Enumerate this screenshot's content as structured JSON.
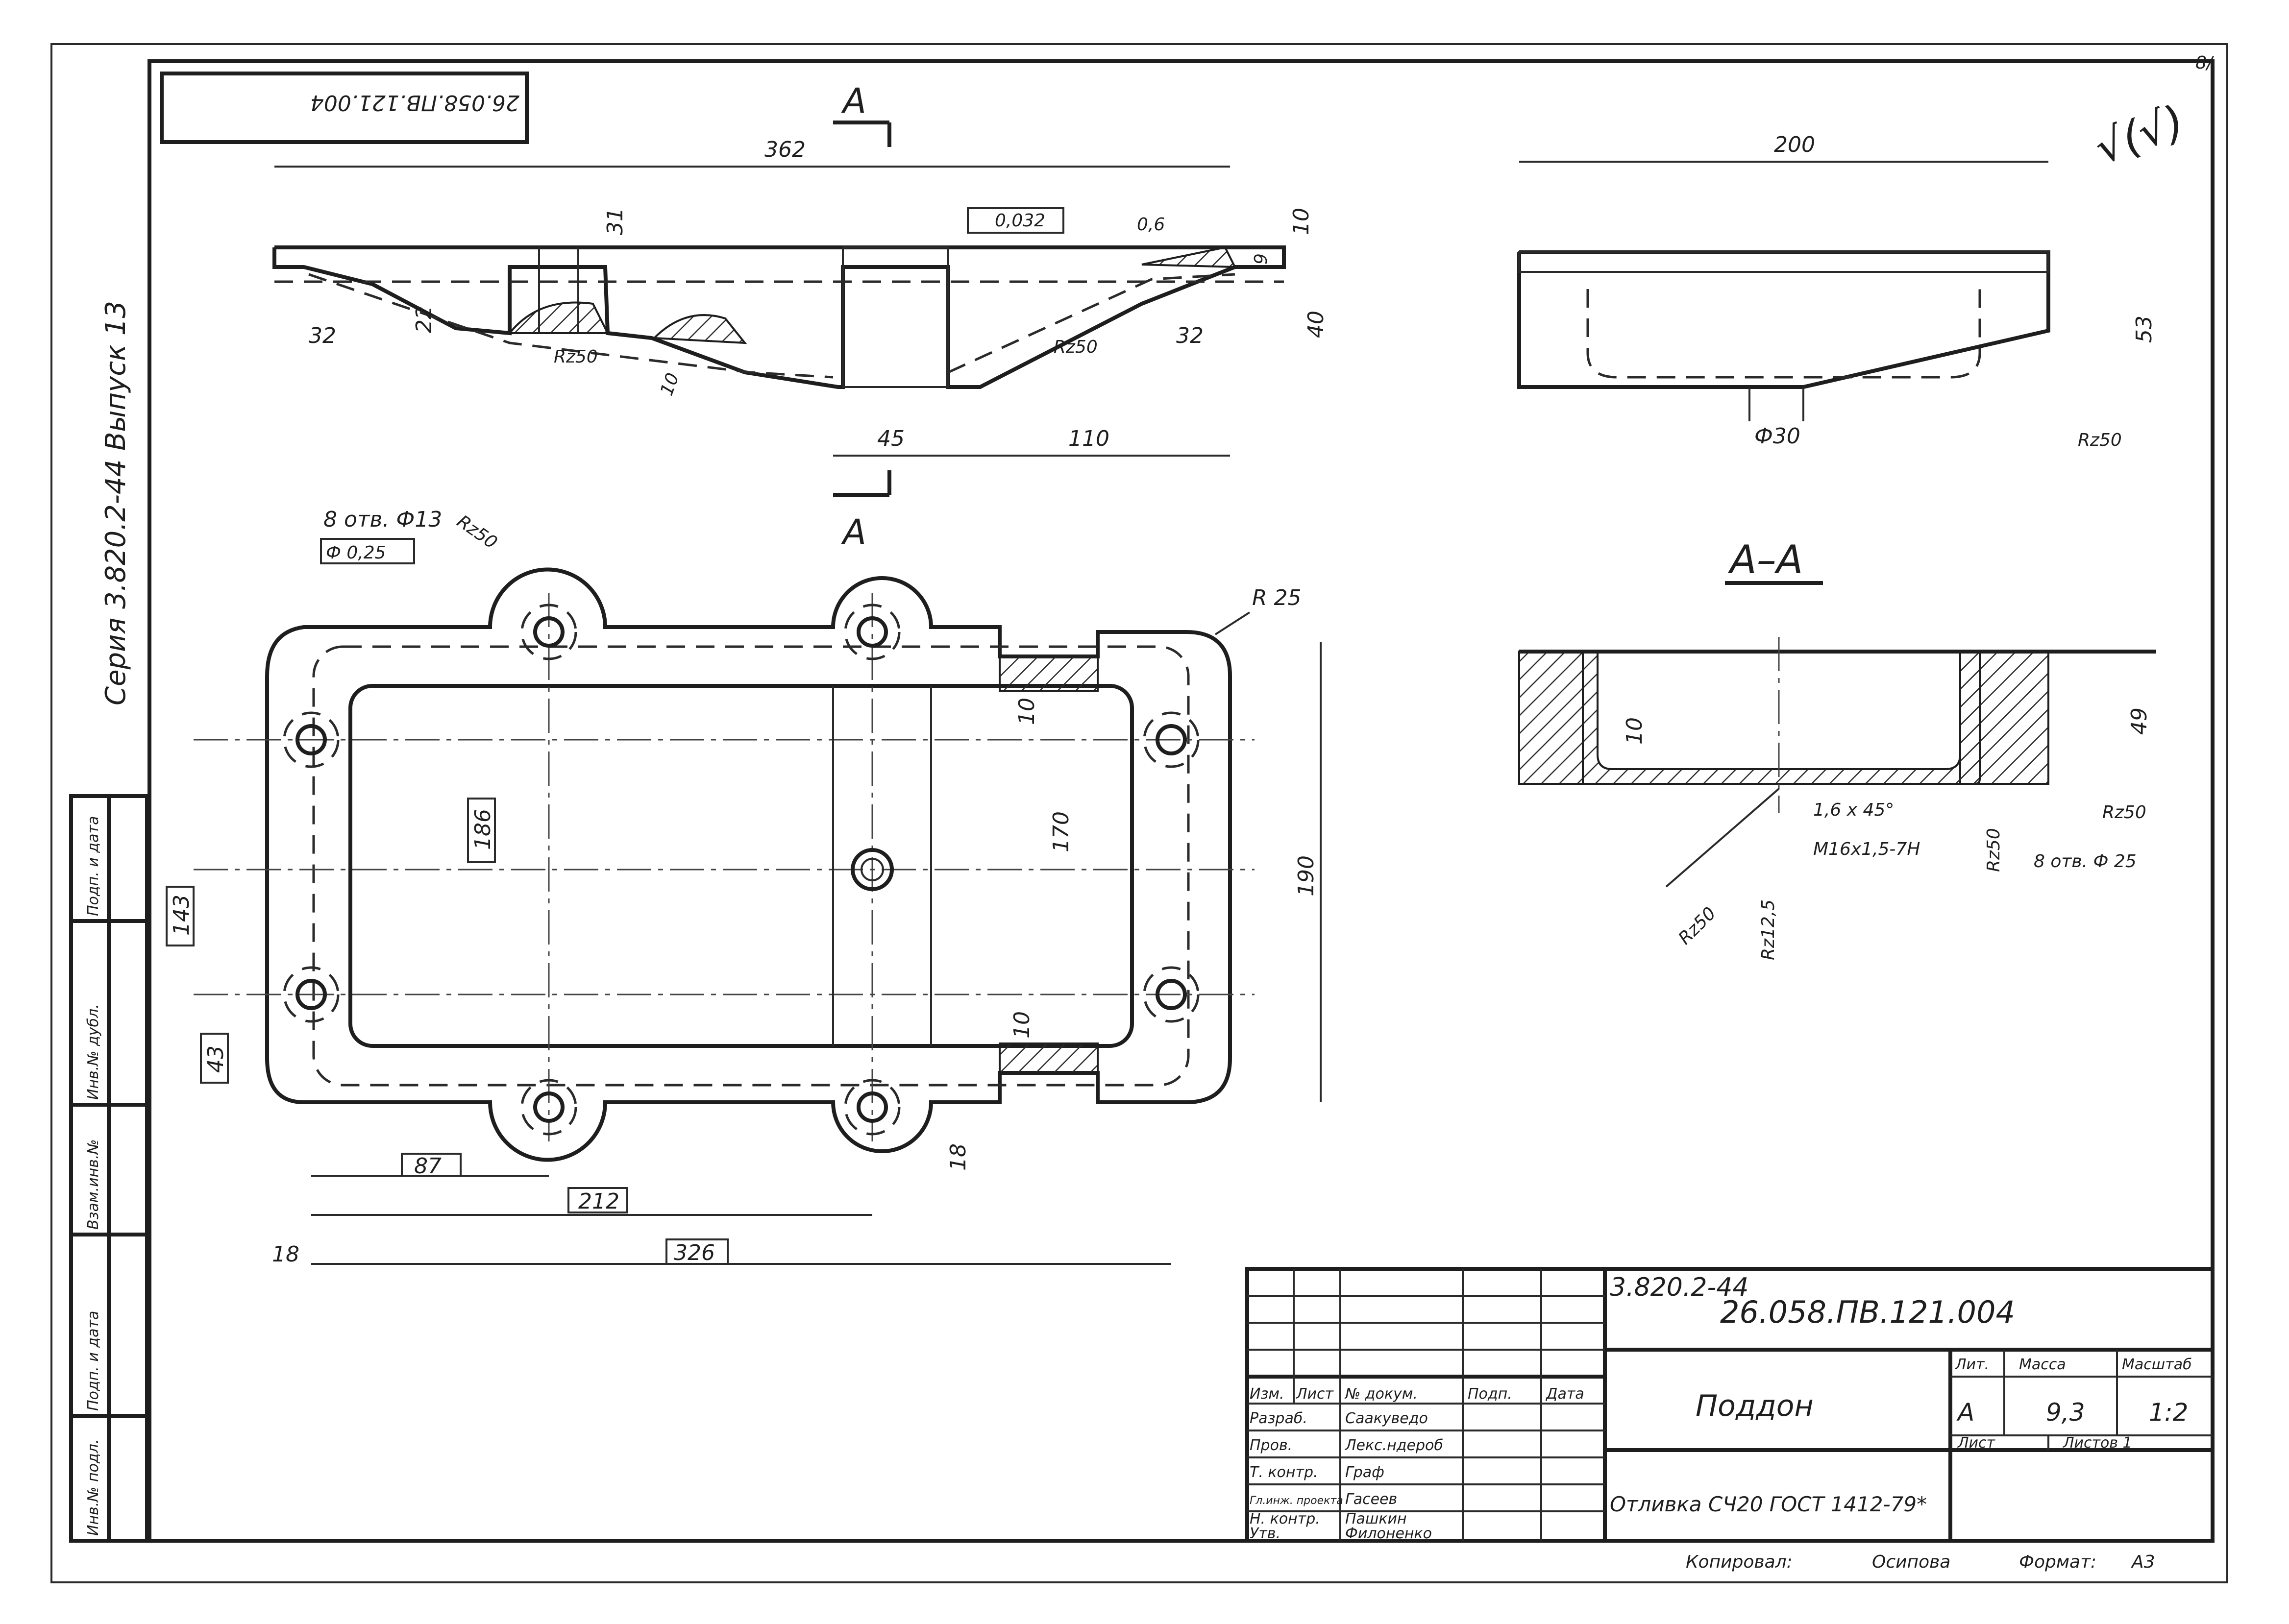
{
  "corner": {
    "sheet_no": "8/"
  },
  "stamp": {
    "code_rotated": "26.058.ПВ.121.004"
  },
  "side_strip": {
    "series": "Серия   3.820.2-44   Выпуск 13"
  },
  "left_cols": {
    "inv_podl": "Инв.№ подл.",
    "podp_data_1": "Подп. и дата",
    "vzam": "Взам.инв.№",
    "inv_dubl": "Инв.№ дубл.",
    "podp_data_2": "Подп. и дата"
  },
  "rough_symbol": "√(√)",
  "section_marks": {
    "top": "А",
    "bottom": "А",
    "section_title": "А–А"
  },
  "dims": {
    "front": {
      "total_len": "362",
      "flatness": "0,032",
      "rough_06": "0,6",
      "d31": "31",
      "d10": "10",
      "d9": "9",
      "d40": "40",
      "d32_left": "32",
      "d22": "22",
      "d32_right": "32",
      "rz50_a": "Rz50",
      "rz50_b": "Rz50",
      "d10_slope": "10",
      "d45": "45",
      "d110": "110"
    },
    "plan": {
      "holes": "8 отв. Ф13",
      "position_tol": "Ф  0,25",
      "rz50": "Rz50",
      "r25": "R 25",
      "d10_top": "10",
      "d186": "186",
      "d170": "170",
      "d190": "190",
      "d143": "143",
      "d43": "43",
      "d10_bot": "10",
      "d18_right": "18",
      "d87": "87",
      "d212": "212",
      "d18_left": "18",
      "d326": "326"
    },
    "side": {
      "d200": "200",
      "d53": "53",
      "d30": "Ф30",
      "rz50": "Rz50"
    },
    "section": {
      "d49": "49",
      "d10": "10",
      "rz50_a": "Rz50",
      "chamfer": "1,6 х 45°",
      "thread": "M16х1,5-7Н",
      "rz50_b": "Rz50",
      "rz50_c": "Rz50",
      "rz125": "Rz12,5",
      "holes": "8 отв. Ф 25"
    }
  },
  "title_block": {
    "series_code": "3.820.2-44",
    "doc_code": "26.058.ПВ.121.004",
    "part_name": "Поддон",
    "material": "Отливка СЧ20 ГОСТ 1412-79*",
    "headers": {
      "izm": "Изм.",
      "list": "Лист",
      "doc": "№ докум.",
      "sign": "Подп.",
      "date": "Дата"
    },
    "roles": [
      {
        "role": "Разраб.",
        "name": "Саакуведо"
      },
      {
        "role": "Пров.",
        "name": "Лекс.ндероб"
      },
      {
        "role": "Т. контр.",
        "name": "Граф"
      },
      {
        "role": "Гл.инж. проекта",
        "name": "Гасеев"
      },
      {
        "role": "Н. контр.",
        "name": "Пашкин"
      },
      {
        "role": "Утв.",
        "name": "Филоненко"
      }
    ],
    "lit_label": "Лит.",
    "mass_label": "Масса",
    "scale_label": "Масштаб",
    "lit_value": "А",
    "mass_value": "9,3",
    "scale_value": "1:2",
    "sheet_label": "Лист",
    "sheets_label": "Листов  1"
  },
  "footer": {
    "copied_label": "Копировал:",
    "copied_name": "Осипова",
    "format_label": "Формат:",
    "format_value": "А3"
  }
}
